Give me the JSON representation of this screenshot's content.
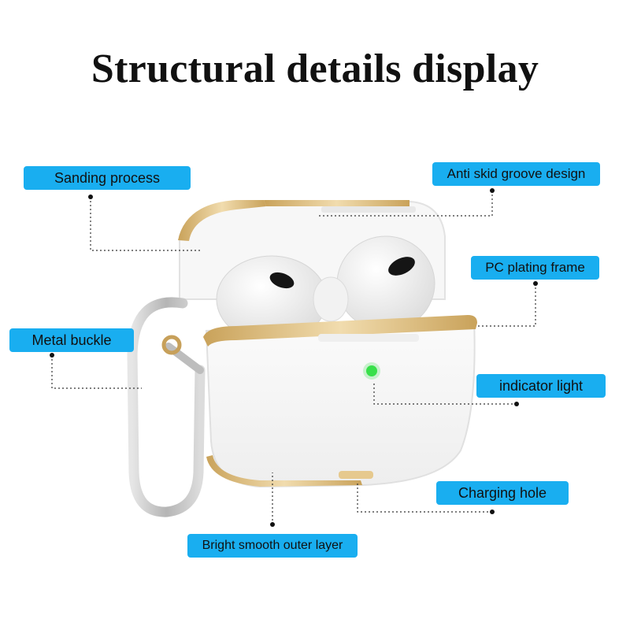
{
  "title": "Structural details display",
  "colors": {
    "callout_bg": "#19aef0",
    "gold_frame": "#d9b87a",
    "indicator": "#39e04a",
    "buckle": "#c9c9c9"
  },
  "callouts": {
    "sanding_process": "Sanding process",
    "anti_skid": "Anti skid groove design",
    "pc_frame": "PC plating frame",
    "metal_buckle": "Metal buckle",
    "indicator_light": "indicator light",
    "charging_hole": "Charging hole",
    "outer_layer": "Bright smooth outer layer"
  }
}
